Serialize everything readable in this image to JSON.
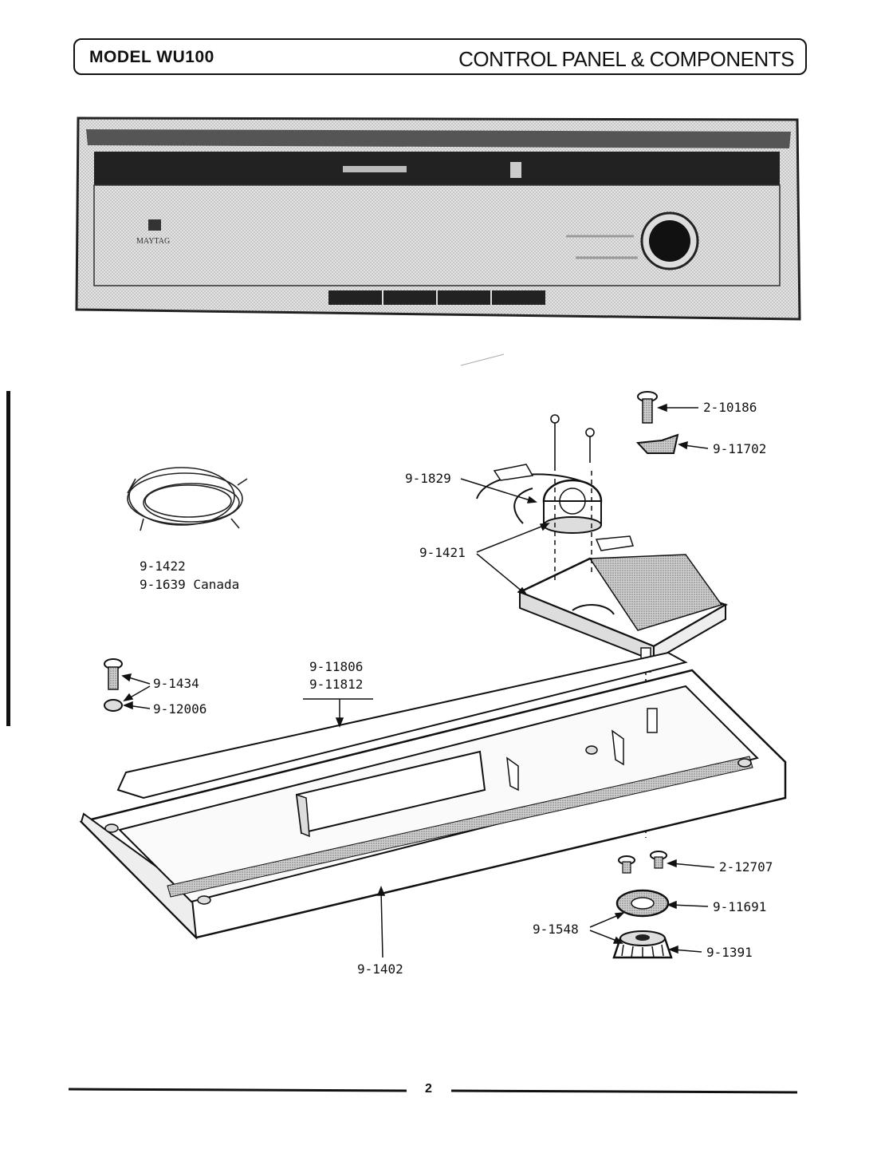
{
  "header": {
    "model": "MODEL WU100",
    "title": "CONTROL PANEL & COMPONENTS"
  },
  "panel_illustration": {
    "brand": "MAYTAG"
  },
  "callouts": [
    {
      "id": "c-2-10186",
      "text": "2-10186"
    },
    {
      "id": "c-9-11702",
      "text": "9-11702"
    },
    {
      "id": "c-9-1829",
      "text": "9-1829"
    },
    {
      "id": "c-9-1421",
      "text": "9-1421"
    },
    {
      "id": "c-9-1422",
      "text": "9-1422"
    },
    {
      "id": "c-9-1639",
      "text": "9-1639 Canada"
    },
    {
      "id": "c-9-11806",
      "text": "9-11806"
    },
    {
      "id": "c-9-11812",
      "text": "9-11812"
    },
    {
      "id": "c-9-1434",
      "text": "9-1434"
    },
    {
      "id": "c-9-12006",
      "text": "9-12006"
    },
    {
      "id": "c-2-12707",
      "text": "2-12707"
    },
    {
      "id": "c-9-11691",
      "text": "9-11691"
    },
    {
      "id": "c-9-1548",
      "text": "9-1548"
    },
    {
      "id": "c-9-1391",
      "text": "9-1391"
    },
    {
      "id": "c-9-1402",
      "text": "9-1402"
    }
  ],
  "footer": {
    "page_number": "2"
  }
}
